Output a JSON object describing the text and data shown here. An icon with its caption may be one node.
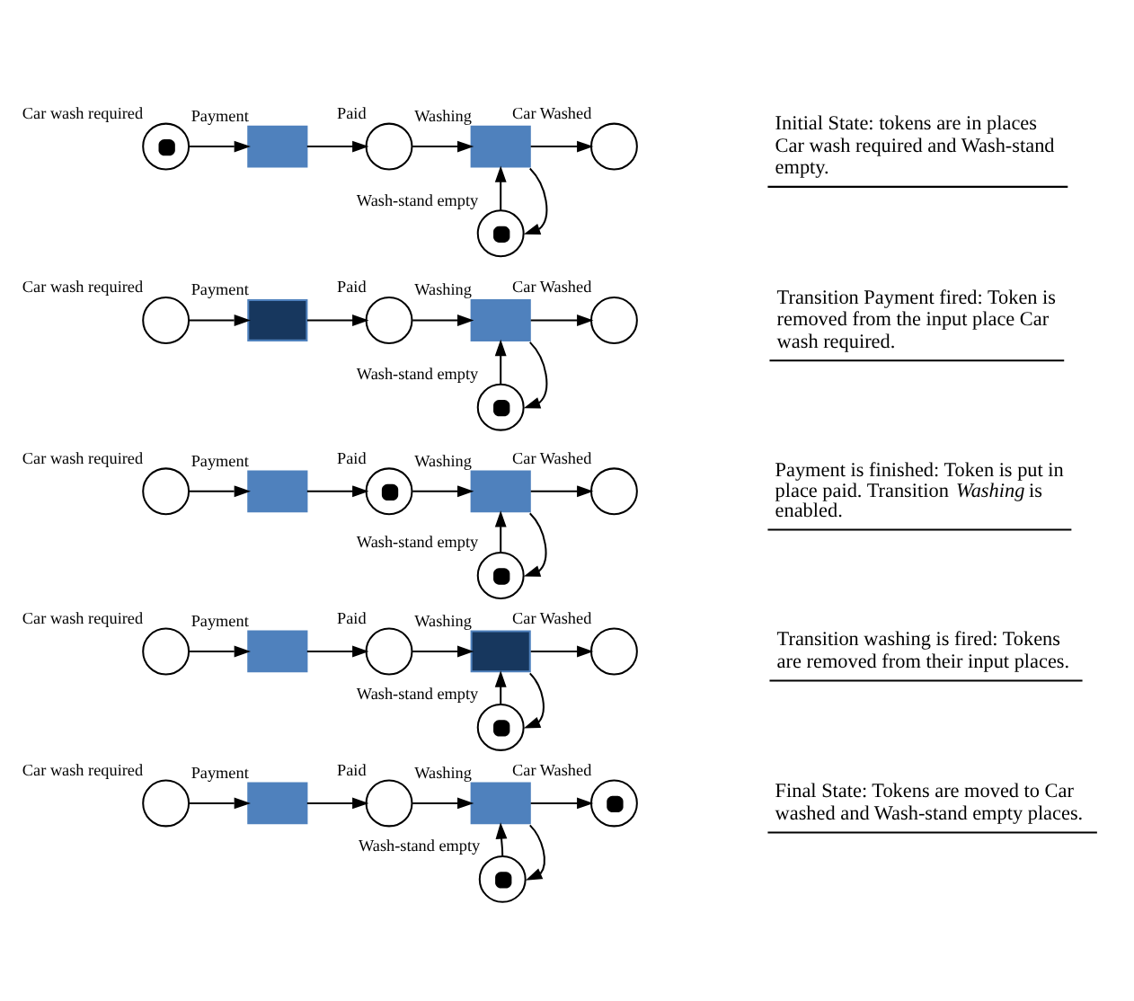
{
  "diagram": {
    "nodes": [
      {
        "text": [],
        "shape": "circle",
        "beside": [
          "Car wash required"
        ]
      },
      {
        "text": [],
        "shape": "box",
        "beside": [
          "Payment"
        ]
      },
      {
        "text": [],
        "shape": "circle",
        "beside": [
          "Paid"
        ]
      },
      {
        "text": [],
        "shape": "box",
        "beside": [
          "Washing"
        ]
      },
      {
        "text": [],
        "shape": "circle",
        "beside": [
          "Car Washed"
        ]
      },
      {
        "text": [],
        "shape": "circle",
        "beside": [
          "Wash-stand empty"
        ]
      },
      {
        "text": [],
        "shape": "circle",
        "beside": [
          "Car wash required"
        ]
      },
      {
        "text": [],
        "shape": "box",
        "beside": [
          "Payment"
        ]
      },
      {
        "text": [],
        "shape": "circle",
        "beside": [
          "Paid"
        ]
      },
      {
        "text": [],
        "shape": "box",
        "beside": [
          "Washing"
        ]
      },
      {
        "text": [],
        "shape": "circle",
        "beside": [
          "Car Washed"
        ]
      },
      {
        "text": [],
        "shape": "circle",
        "beside": [
          "Wash-stand empty"
        ]
      },
      {
        "text": [],
        "shape": "circle",
        "beside": [
          "Car wash required"
        ]
      },
      {
        "text": [],
        "shape": "box",
        "beside": [
          "Payment"
        ]
      },
      {
        "text": [],
        "shape": "circle",
        "beside": [
          "Paid"
        ]
      },
      {
        "text": [],
        "shape": "box",
        "beside": [
          "Washing"
        ]
      },
      {
        "text": [],
        "shape": "circle",
        "beside": [
          "Car Washed"
        ]
      },
      {
        "text": [],
        "shape": "circle",
        "beside": [
          "Wash-stand empty"
        ]
      },
      {
        "text": [],
        "shape": "circle",
        "beside": [
          "Car wash required"
        ]
      },
      {
        "text": [],
        "shape": "box",
        "beside": [
          "Payment"
        ]
      },
      {
        "text": [],
        "shape": "circle",
        "beside": [
          "Paid"
        ]
      },
      {
        "text": [],
        "shape": "box",
        "beside": [
          "Washing"
        ]
      },
      {
        "text": [],
        "shape": "circle",
        "beside": [
          "Car Washed"
        ]
      },
      {
        "text": [],
        "shape": "circle",
        "beside": [
          "Wash-stand empty"
        ]
      },
      {
        "text": [],
        "shape": "circle",
        "beside": [
          "Car wash required"
        ]
      },
      {
        "text": [],
        "shape": "box",
        "beside": [
          "Payment"
        ]
      },
      {
        "text": [],
        "shape": "circle",
        "beside": [
          "Paid"
        ]
      },
      {
        "text": [],
        "shape": "box",
        "beside": [
          "Washing"
        ]
      },
      {
        "text": [],
        "shape": "circle",
        "beside": [
          "Car Washed"
        ]
      },
      {
        "text": [],
        "shape": "circle",
        "beside": [
          "Wash-stand empty"
        ]
      }
    ],
    "edges": [
      {
        "from": 0,
        "to": 1,
        "arrow": "to"
      },
      {
        "from": 1,
        "to": 2,
        "arrow": "to"
      },
      {
        "from": 2,
        "to": 3,
        "arrow": "to"
      },
      {
        "from": 3,
        "to": 4,
        "arrow": "to"
      },
      {
        "from": 3,
        "to": 5,
        "arrow": "to"
      },
      {
        "from": 5,
        "to": 3,
        "arrow": "to"
      },
      {
        "from": 6,
        "to": 7,
        "arrow": "to"
      },
      {
        "from": 7,
        "to": 8,
        "arrow": "to"
      },
      {
        "from": 8,
        "to": 9,
        "arrow": "to"
      },
      {
        "from": 9,
        "to": 10,
        "arrow": "to"
      },
      {
        "from": 9,
        "to": 11,
        "arrow": "to"
      },
      {
        "from": 11,
        "to": 9,
        "arrow": "to"
      },
      {
        "from": 12,
        "to": 13,
        "arrow": "to"
      },
      {
        "from": 13,
        "to": 14,
        "arrow": "to"
      },
      {
        "from": 14,
        "to": 15,
        "arrow": "to"
      },
      {
        "from": 15,
        "to": 16,
        "arrow": "to"
      },
      {
        "from": 15,
        "to": 17,
        "arrow": "to"
      },
      {
        "from": 17,
        "to": 15,
        "arrow": "to"
      },
      {
        "from": 18,
        "to": 19,
        "arrow": "to"
      },
      {
        "from": 19,
        "to": 20,
        "arrow": "to"
      },
      {
        "from": 20,
        "to": 21,
        "arrow": "to"
      },
      {
        "from": 21,
        "to": 22,
        "arrow": "to"
      },
      {
        "from": 21,
        "to": 23,
        "arrow": "to"
      },
      {
        "from": 23,
        "to": 21,
        "arrow": "to"
      },
      {
        "from": 24,
        "to": 25,
        "arrow": "to"
      },
      {
        "from": 25,
        "to": 26,
        "arrow": "to"
      },
      {
        "from": 26,
        "to": 27,
        "arrow": "to"
      },
      {
        "from": 27,
        "to": 28,
        "arrow": "to"
      },
      {
        "from": 27,
        "to": 29,
        "arrow": "to"
      },
      {
        "from": 29,
        "to": 27,
        "arrow": "to"
      }
    ],
    "labels": [
      "Initial State: tokens are in places Car wash required and Wash-stand empty.",
      "Transition Payment fired: Token is removed from the input place Car wash required.",
      "Payment is finished: Token is put in place paid. Transition *Washing* is enabled.",
      "Transition washing is fired: Tokens are removed from their input places.",
      "Final State: Tokens are moved to Car washed and Wash-stand empty places."
    ]
  }
}
